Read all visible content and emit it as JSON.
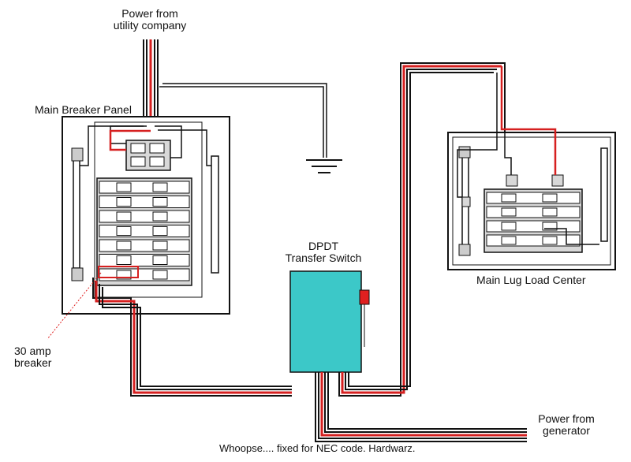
{
  "labels": {
    "power_utility_line1": "Power from",
    "power_utility_line2": "utility company",
    "main_breaker_panel": "Main Breaker Panel",
    "dpdt_line1": "DPDT",
    "dpdt_line2": "Transfer Switch",
    "main_lug_load_center": "Main Lug Load Center",
    "amp_breaker_line1": "30 amp",
    "amp_breaker_line2": "breaker",
    "power_generator_line1": "Power from",
    "power_generator_line2": "generator",
    "footer_note": "Whoopse.... fixed for NEC code.  Hardwarz."
  },
  "colors": {
    "wire_red": "#d62020",
    "wire_black": "#111111",
    "transfer_switch": "#3cc8c8",
    "switch_handle": "#e02020",
    "breaker_fill": "#d8d8d8"
  }
}
